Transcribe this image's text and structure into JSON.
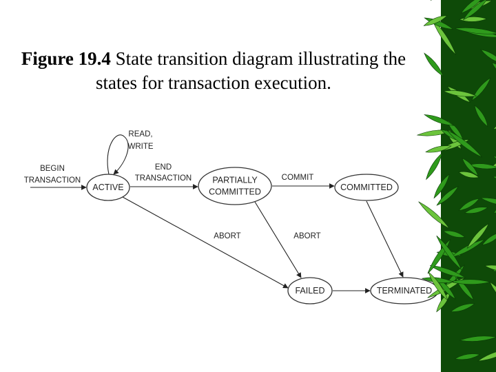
{
  "title": {
    "figure_label": "Figure 19.4",
    "text": " State transition diagram illustrating the states for transaction execution."
  },
  "diagram": {
    "states": [
      {
        "id": "active",
        "lines": [
          "ACTIVE"
        ]
      },
      {
        "id": "partially_committed",
        "lines": [
          "PARTIALLY",
          "COMMITTED"
        ]
      },
      {
        "id": "committed",
        "lines": [
          "COMMITTED"
        ]
      },
      {
        "id": "failed",
        "lines": [
          "FAILED"
        ]
      },
      {
        "id": "terminated",
        "lines": [
          "TERMINATED"
        ]
      }
    ],
    "transitions": [
      {
        "from": "start",
        "to": "active",
        "label": [
          "BEGIN",
          "TRANSACTION"
        ]
      },
      {
        "from": "active",
        "to": "active",
        "label": [
          "READ,",
          "WRITE"
        ]
      },
      {
        "from": "active",
        "to": "partially_committed",
        "label": [
          "END",
          "TRANSACTION"
        ]
      },
      {
        "from": "partially_committed",
        "to": "committed",
        "label": [
          "COMMIT"
        ]
      },
      {
        "from": "active",
        "to": "failed",
        "label": [
          "ABORT"
        ]
      },
      {
        "from": "partially_committed",
        "to": "failed",
        "label": [
          "ABORT"
        ]
      },
      {
        "from": "committed",
        "to": "terminated",
        "label": []
      },
      {
        "from": "failed",
        "to": "terminated",
        "label": []
      }
    ]
  },
  "decoration": {
    "theme": "bamboo-leaves-border",
    "leaf_color": "#2f9a1c",
    "leaf_dark": "#0e4a08",
    "background": "#ffffff"
  }
}
